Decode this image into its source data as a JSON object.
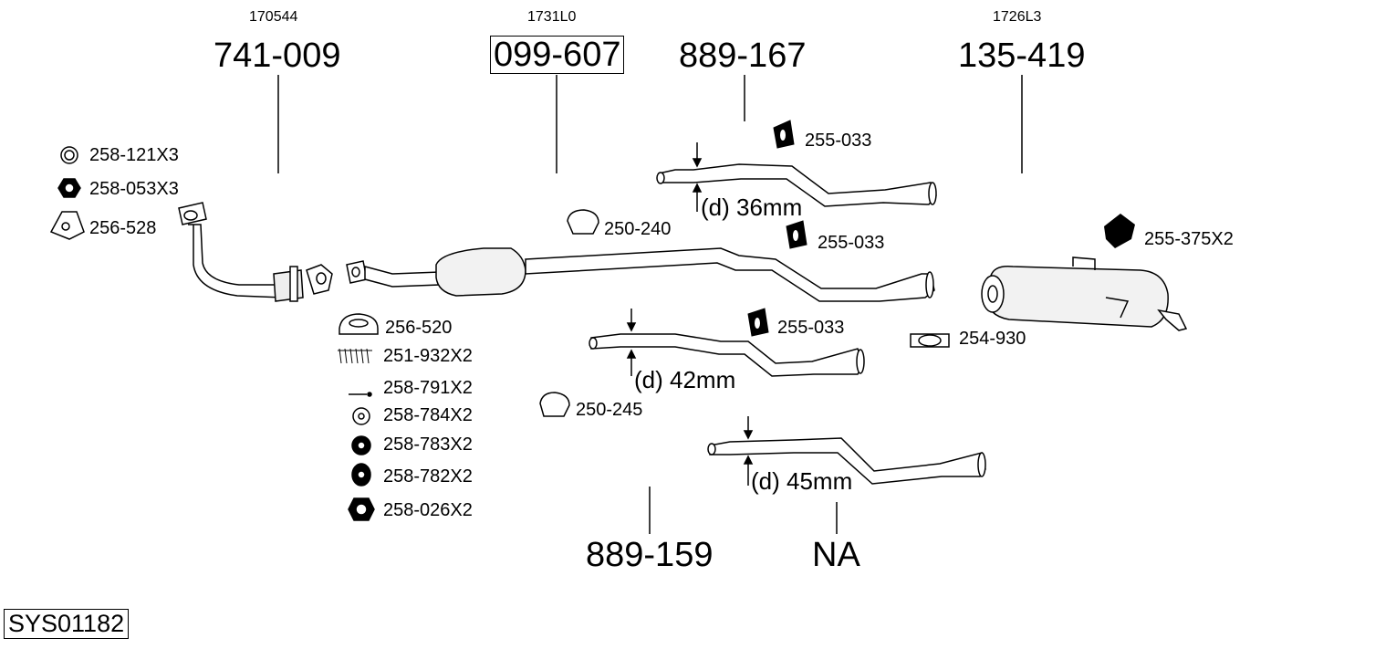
{
  "system_code": "SYS01182",
  "parts": [
    {
      "oem": "170544",
      "number": "741-009"
    },
    {
      "oem": "1731L0",
      "number": "099-607"
    },
    {
      "oem": "",
      "number": "889-167"
    },
    {
      "oem": "1726L3",
      "number": "135-419"
    },
    {
      "oem": "",
      "number": "889-159"
    },
    {
      "oem": "",
      "number": "NA"
    }
  ],
  "diameters": [
    "(d) 36mm",
    "(d) 42mm",
    "(d) 45mm"
  ],
  "accessories": {
    "a_258_121": "258-121X3",
    "a_258_053": "258-053X3",
    "a_256_528": "256-528",
    "a_250_240": "250-240",
    "a_255_033_a": "255-033",
    "a_255_033_b": "255-033",
    "a_255_033_c": "255-033",
    "a_255_375": "255-375X2",
    "a_254_930": "254-930",
    "a_256_520": "256-520",
    "a_251_932": "251-932X2",
    "a_258_791": "258-791X2",
    "a_258_784": "258-784X2",
    "a_258_783": "258-783X2",
    "a_258_782": "258-782X2",
    "a_258_026": "258-026X2",
    "a_250_245": "250-245"
  }
}
